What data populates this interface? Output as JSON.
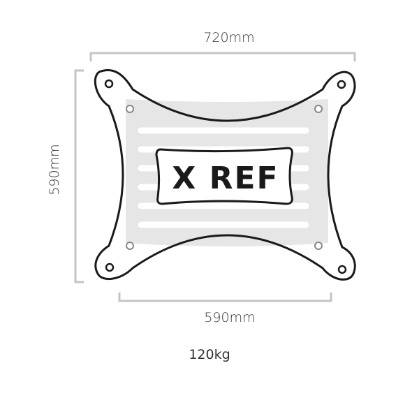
{
  "dimensions": {
    "top_width_label": "720mm",
    "left_height_label": "590mm",
    "bottom_width_label": "590mm"
  },
  "plate": {
    "label": "X REF"
  },
  "weight_label": "120kg",
  "colors": {
    "outline": "#1a1a1a",
    "dimension_line": "#c4c4c4",
    "plate_fill": "#e6e6e6",
    "slot_fill": "#ffffff"
  }
}
